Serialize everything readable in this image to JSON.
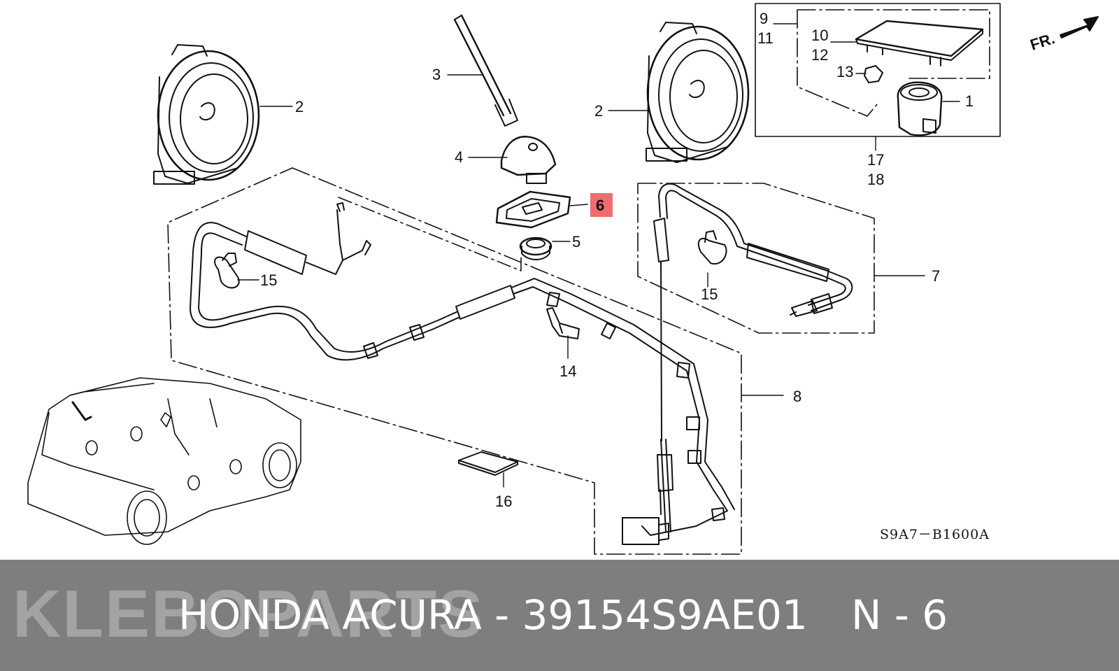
{
  "diagram": {
    "callouts": {
      "c1": "1",
      "c2a": "2",
      "c2b": "2",
      "c3": "3",
      "c4": "4",
      "c5": "5",
      "c6": "6",
      "c7": "7",
      "c8": "8",
      "c9": "9",
      "c10": "10",
      "c11": "11",
      "c12": "12",
      "c13": "13",
      "c14": "14",
      "c15a": "15",
      "c15b": "15",
      "c16": "16",
      "c17": "17",
      "c18": "18"
    },
    "front_indicator": "FR.",
    "code": "S9A7－B1600A",
    "highlight_color": "#ef6d6d"
  },
  "footer": {
    "watermark": "KLEBOPARTS",
    "title": "HONDA ACURA - 39154S9AE01",
    "page": "N - 6"
  }
}
